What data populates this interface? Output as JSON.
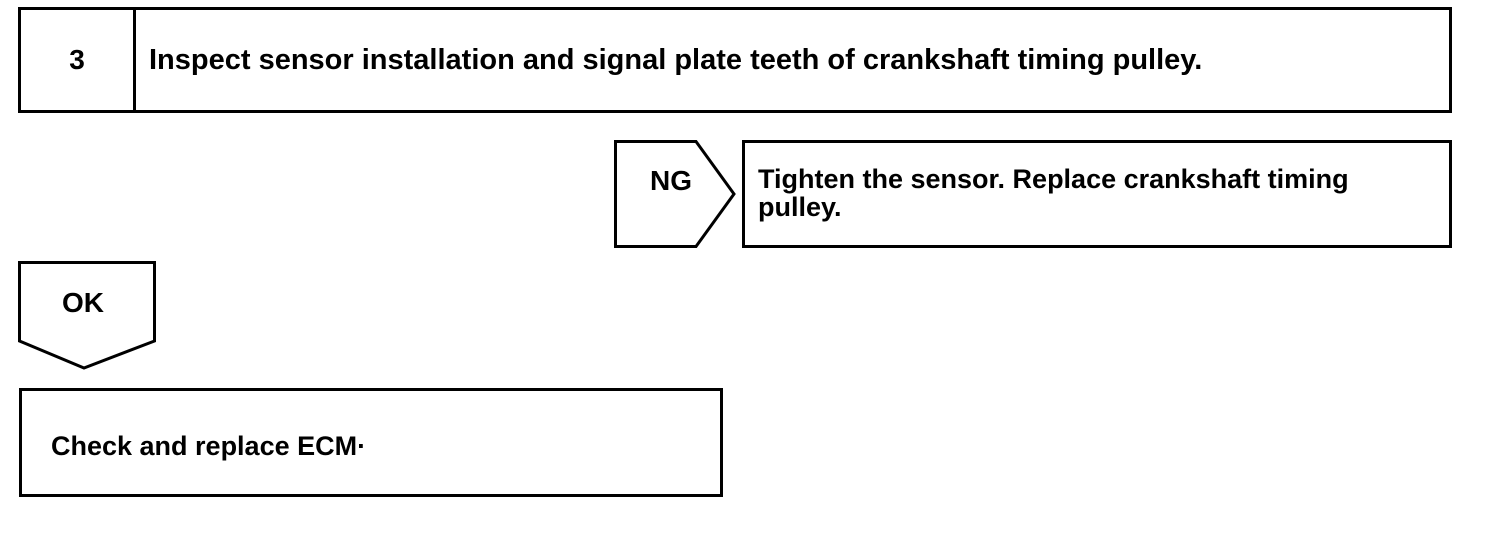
{
  "step": {
    "number": "3",
    "instruction": "Inspect sensor installation and signal plate teeth of crankshaft timing pulley."
  },
  "branches": {
    "ng": {
      "label": "NG",
      "action": "Tighten the sensor. Replace crankshaft timing pulley."
    },
    "ok": {
      "label": "OK",
      "action": "Check and replace ECM·"
    }
  }
}
